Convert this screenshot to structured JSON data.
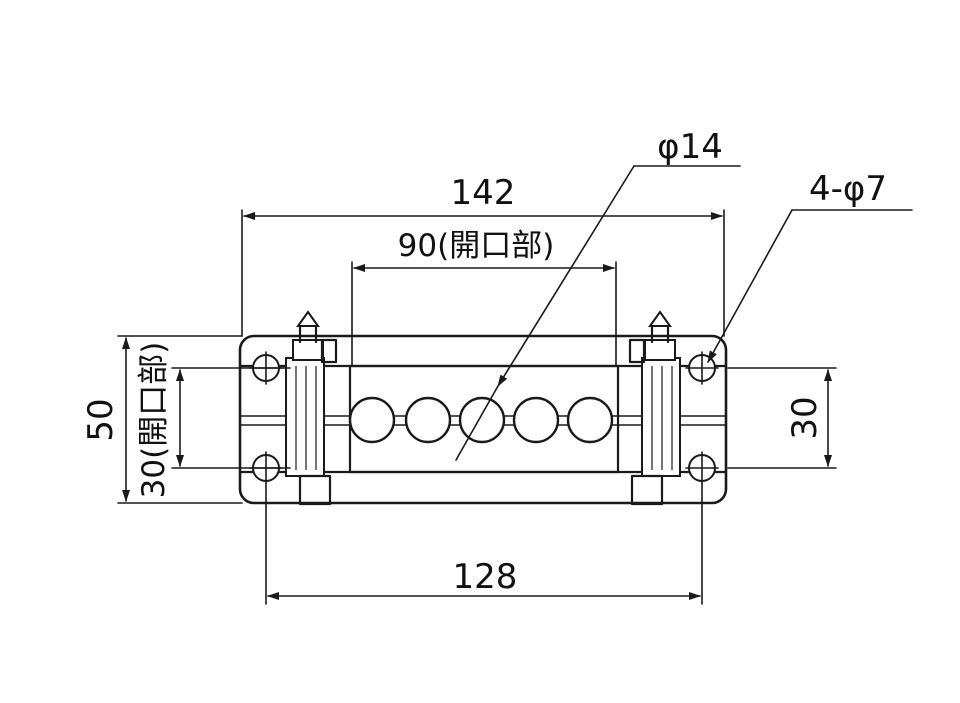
{
  "dimensions": {
    "overall_width": "142",
    "opening_width": "90(開口部)",
    "hole_diameter": "φ14",
    "mount_holes": "4-φ7",
    "overall_height": "50",
    "opening_height": "30(開口部)",
    "right_height": "30",
    "mount_pitch": "128"
  },
  "colors": {
    "line": "#1a1a1a",
    "background": "#ffffff"
  }
}
